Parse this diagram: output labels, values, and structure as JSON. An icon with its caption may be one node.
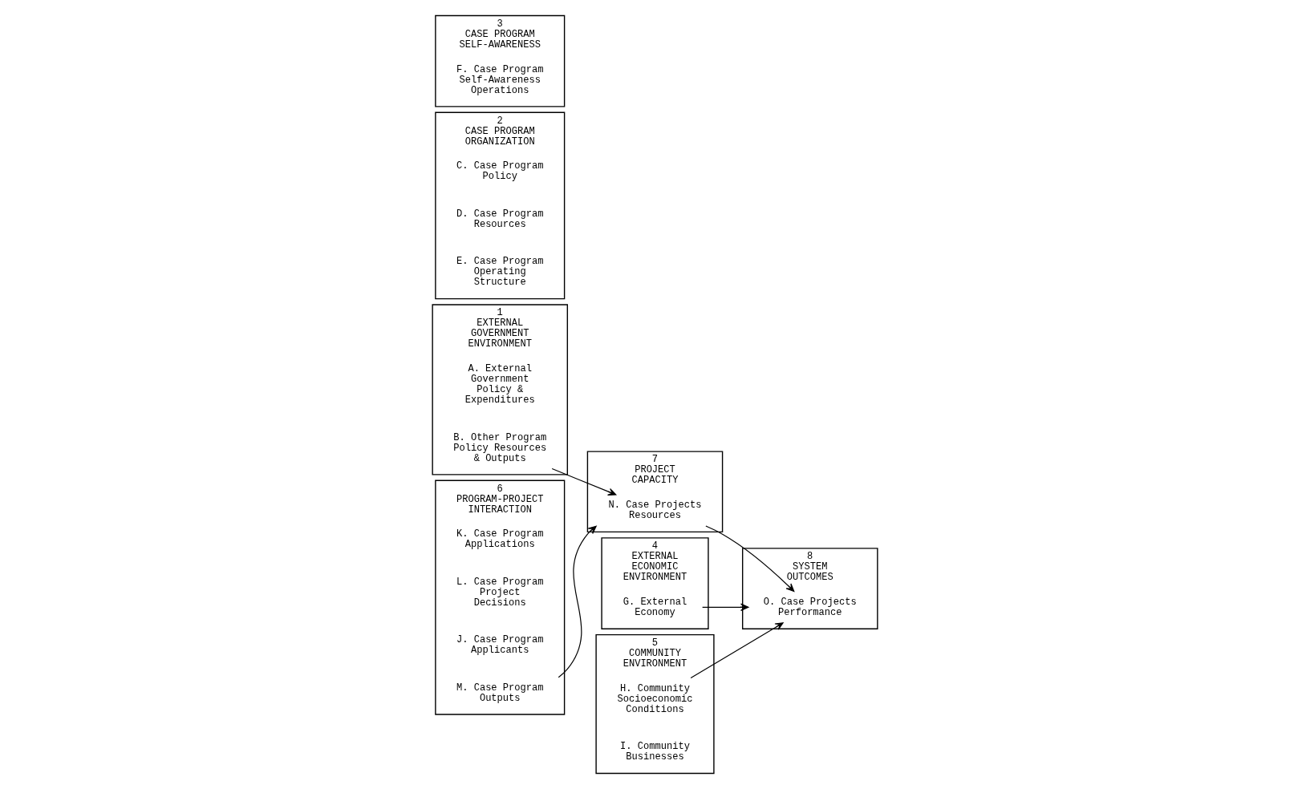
{
  "diagram": {
    "nodes": [
      {
        "text": [
          "1",
          "EXTERNAL GOVERNMENT ENVIRONMENT"
        ]
      },
      {
        "text": [
          "A. External Government Policy & Expenditures"
        ],
        "in": 0
      },
      {
        "text": [
          "B. Other Program Policy Resources & Outputs"
        ],
        "in": 0
      },
      {
        "text": [
          "2",
          "CASE PROGRAM ORGANIZATION"
        ]
      },
      {
        "text": [
          "C. Case Program Policy"
        ],
        "in": 3
      },
      {
        "text": [
          "D. Case Program Resources"
        ],
        "in": 3
      },
      {
        "text": [
          "E. Case Program Operating Structure"
        ],
        "in": 3
      },
      {
        "text": [
          "3",
          "CASE PROGRAM SELF-AWARENESS"
        ]
      },
      {
        "text": [
          "F. Case Program Self-Awareness Operations"
        ],
        "in": 7
      },
      {
        "text": [
          "4",
          "EXTERNAL ECONOMIC ENVIRONMENT"
        ]
      },
      {
        "text": [
          "G. External Economy"
        ],
        "in": 9
      },
      {
        "text": [
          "5",
          "COMMUNITY ENVIRONMENT"
        ]
      },
      {
        "text": [
          "H. Community Socioeconomic Conditions"
        ],
        "in": 11
      },
      {
        "text": [
          "I. Community Businesses"
        ],
        "in": 11
      },
      {
        "text": [
          "6",
          "PROGRAM-PROJECT INTERACTION"
        ]
      },
      {
        "text": [
          "K. Case Program Applications"
        ],
        "in": 14
      },
      {
        "text": [
          "L. Case Program Project Decisions"
        ],
        "in": 14
      },
      {
        "text": [
          "J. Case Program Applicants"
        ],
        "in": 14
      },
      {
        "text": [
          "M. Case Program Outputs"
        ],
        "in": 14
      },
      {
        "text": [
          "7",
          "PROJECT CAPACITY"
        ]
      },
      {
        "text": [
          "N. Case Projects Resources"
        ],
        "in": 19
      },
      {
        "text": [
          "8",
          "SYSTEM OUTCOMES"
        ]
      },
      {
        "text": [
          "O. Case Projects Performance"
        ],
        "in": 21
      }
    ],
    "edges": [
      {
        "from": 2,
        "to": 20,
        "arrow": "to"
      },
      {
        "from": 18,
        "to": 20,
        "arrow": "to"
      },
      {
        "from": 20,
        "to": 22,
        "arrow": "to"
      },
      {
        "from": 10,
        "to": 22,
        "arrow": "to"
      },
      {
        "from": 12,
        "to": 22,
        "arrow": "to"
      }
    ]
  }
}
